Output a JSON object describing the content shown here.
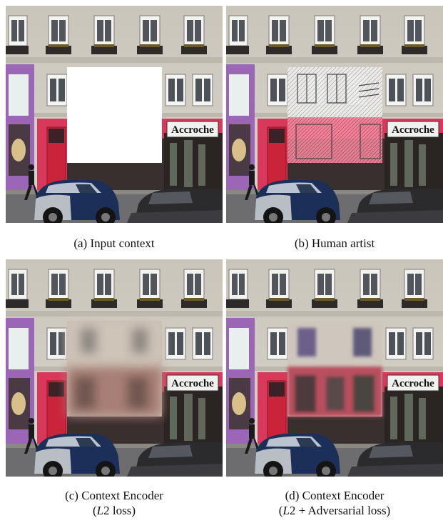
{
  "figure": {
    "panels": [
      {
        "id": "a",
        "caption": "(a) Input context"
      },
      {
        "id": "b",
        "caption": "(b) Human artist"
      },
      {
        "id": "c",
        "caption_line1": "(c) Context Encoder",
        "caption_open": "(",
        "caption_italic": "L",
        "caption_rest": "2 loss)"
      },
      {
        "id": "d",
        "caption_line1": "(d) Context Encoder",
        "caption_open": "(",
        "caption_italic": "L",
        "caption_rest": "2 + Adversarial loss)"
      }
    ],
    "shop_sign": "Accroche",
    "colors": {
      "facade": "#cfcbc1",
      "shopfront_red": "#d8385a",
      "door_red": "#c9243a",
      "purple_trim": "#9a66b5",
      "car_blue": "#1c2f58",
      "street": "#6d6d70"
    }
  }
}
